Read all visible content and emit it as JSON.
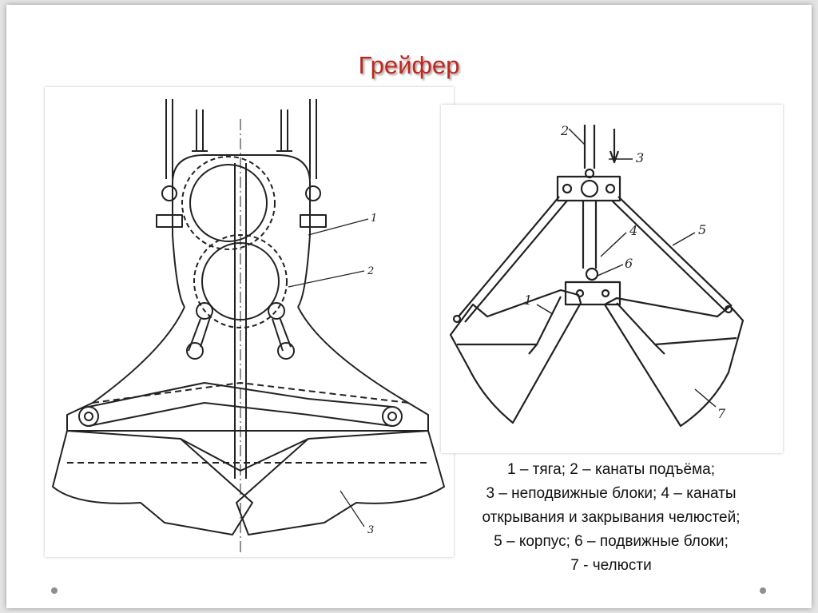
{
  "title": "Грейфер",
  "left_figure": {
    "callouts": [
      "1",
      "2",
      "3"
    ]
  },
  "right_figure": {
    "callouts": [
      "2",
      "3",
      "4",
      "5",
      "6",
      "1",
      "7"
    ]
  },
  "legend": [
    "1 – тяга; 2 – канаты подъёма;",
    "3 – неподвижные блоки; 4 – канаты",
    "открывания и закрывания челюстей;",
    "5 – корпус; 6 – подвижные блоки;",
    "7 - челюсти"
  ],
  "slide_nav": {
    "left_dot_icon": "dot-icon",
    "right_dot_icon": "dot-icon"
  }
}
